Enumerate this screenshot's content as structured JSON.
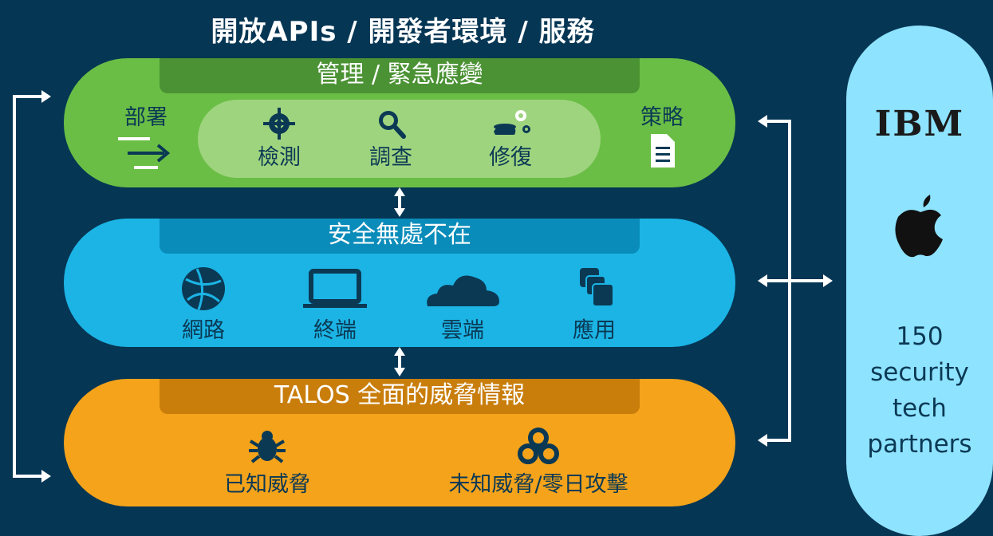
{
  "title": "開放APIs / 開發者環境 / 服務",
  "management": {
    "header": "管理 / 緊急應變",
    "deploy": "部署",
    "policy": "策略",
    "detect": "檢測",
    "investigate": "調查",
    "remediate": "修復"
  },
  "security": {
    "header": "安全無處不在",
    "network": "網路",
    "endpoint": "終端",
    "cloud": "雲端",
    "apps": "應用"
  },
  "talos": {
    "header": "TALOS 全面的威脅情報",
    "known": "已知威脅",
    "unknown": "未知威脅/零日攻擊"
  },
  "partners": {
    "ibm_logo": "IBM",
    "line1": "150",
    "line2": "security",
    "line3": "tech",
    "line4": "partners"
  },
  "colors": {
    "background": "#053654",
    "green": "#6abe45",
    "blue": "#1bb4e5",
    "orange": "#f4a31b",
    "panel": "#8ee3ff"
  }
}
